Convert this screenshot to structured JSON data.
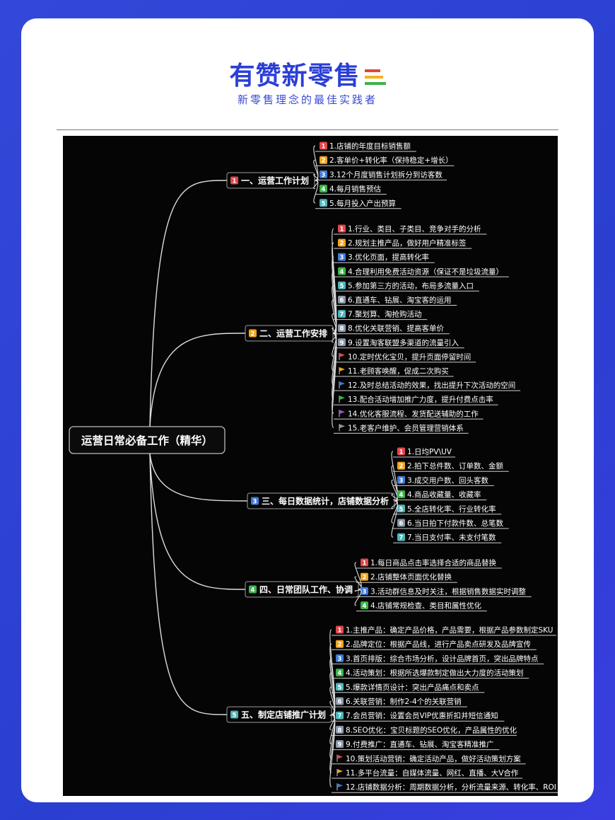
{
  "header": {
    "brand_name": "有赞新零售",
    "slogan": "新零售理念的最佳实践者"
  },
  "colors": {
    "brand_blue": "#2b3fd6",
    "frame_blue": "#3348d8",
    "map_bg": "#050505",
    "line": "#dddddd",
    "badge_red": "#e0474c",
    "badge_orange": "#f2a51e",
    "badge_blue": "#3f7ad8",
    "badge_green": "#3cb44a",
    "badge_teal": "#4fb3b8",
    "badge_gray": "#8a98a8"
  },
  "mindmap": {
    "root": "运营日常必备工作（精华）",
    "branches": [
      {
        "label": "一、运营工作计划",
        "badge": "1",
        "items": [
          {
            "badge": "1",
            "text": "1.店铺的年度目标销售额"
          },
          {
            "badge": "2",
            "text": "2.客单价+转化率（保持稳定+增长）"
          },
          {
            "badge": "3",
            "text": "3.12个月度销售计划拆分到访客数"
          },
          {
            "badge": "4",
            "text": "4.每月销售预估"
          },
          {
            "badge": "5",
            "text": "5.每月投入产出预算"
          }
        ]
      },
      {
        "label": "二、运营工作安排",
        "badge": "2",
        "items": [
          {
            "badge": "1",
            "text": "1.行业、类目、子类目、竞争对手的分析"
          },
          {
            "badge": "2",
            "text": "2.规划主推产品，做好用户精准标签"
          },
          {
            "badge": "3",
            "text": "3.优化页面，提高转化率"
          },
          {
            "badge": "4",
            "text": "4.合理利用免费活动资源（保证不是垃圾流量）"
          },
          {
            "badge": "5",
            "text": "5.参加第三方的活动，布局多流量入口"
          },
          {
            "badge": "6",
            "text": "6.直通车、钻展、淘宝客的运用"
          },
          {
            "badge": "7",
            "text": "7.聚划算、淘抢购活动"
          },
          {
            "badge": "8",
            "text": "8.优化关联营销、提高客单价"
          },
          {
            "badge": "9",
            "text": "9.设置淘客联盟多渠道的流量引入"
          },
          {
            "badge": "flag-red",
            "text": "10.定时优化宝贝，提升页面停留时间"
          },
          {
            "badge": "flag-orange",
            "text": "11.老顾客唤醒，促成二次购买"
          },
          {
            "badge": "flag-blue",
            "text": "12.及时总结活动的效果，找出提升下次活动的空间"
          },
          {
            "badge": "flag-green",
            "text": "13.配合活动增加推广力度，提升付费点击率"
          },
          {
            "badge": "flag-purple",
            "text": "14.优化客服流程、发货配送辅助的工作"
          },
          {
            "badge": "flag-gray",
            "text": "15.老客户维护、会员管理营销体系"
          }
        ]
      },
      {
        "label": "三、每日数据统计，店铺数据分析",
        "badge": "3",
        "items": [
          {
            "badge": "1",
            "text": "1.日均PV\\UV"
          },
          {
            "badge": "2",
            "text": "2.拍下总件数、订单数、金额"
          },
          {
            "badge": "3",
            "text": "3.成交用户数、回头客数"
          },
          {
            "badge": "4",
            "text": "4.商品收藏量、收藏率"
          },
          {
            "badge": "5",
            "text": "5.全店转化率、行业转化率"
          },
          {
            "badge": "6",
            "text": "6.当日拍下付款件数、总笔数"
          },
          {
            "badge": "7",
            "text": "7.当日支付率、未支付笔数"
          }
        ]
      },
      {
        "label": "四、日常团队工作、协调",
        "badge": "4",
        "items": [
          {
            "badge": "1",
            "text": "1.每日商品点击率选择合适的商品替换"
          },
          {
            "badge": "2",
            "text": "2.店铺整体页面优化替换"
          },
          {
            "badge": "3",
            "text": "3.活动群信息及时关注，根据销售数据实时调整"
          },
          {
            "badge": "4",
            "text": "4.店铺常规检查、类目和属性优化"
          }
        ]
      },
      {
        "label": "五、制定店铺推广计划",
        "badge": "5",
        "items": [
          {
            "badge": "1",
            "text": "1.主推产品：确定产品价格，产品需要，根据产品参数制定SKU"
          },
          {
            "badge": "2",
            "text": "2.品牌定位：根据产品线，进行产品卖点研发及品牌宣传"
          },
          {
            "badge": "3",
            "text": "3.首页排版：综合市场分析，设计品牌首页，突出品牌特点"
          },
          {
            "badge": "4",
            "text": "4.活动策划：根据所选爆款制定做出大力度的活动策划"
          },
          {
            "badge": "5",
            "text": "5.爆款详情页设计：突出产品痛点和卖点"
          },
          {
            "badge": "6",
            "text": "6.关联营销：制作2-4个的关联营销"
          },
          {
            "badge": "7",
            "text": "7.会员营销：设置会员VIP优惠折扣并短信通知"
          },
          {
            "badge": "8",
            "text": "8.SEO优化：宝贝标题的SEO优化，产品属性的优化"
          },
          {
            "badge": "9",
            "text": "9.付费推广：直通车、钻展、淘宝客精准推广"
          },
          {
            "badge": "flag-red",
            "text": "10.策划活动营销：确定活动产品，做好活动策划方案"
          },
          {
            "badge": "flag-orange",
            "text": "11.多平台流量：自媒体流量、网红、直播、大V合作"
          },
          {
            "badge": "flag-blue",
            "text": "12.店铺数据分析：周期数据分析，分析流量来源、转化率、ROI"
          }
        ]
      }
    ]
  }
}
